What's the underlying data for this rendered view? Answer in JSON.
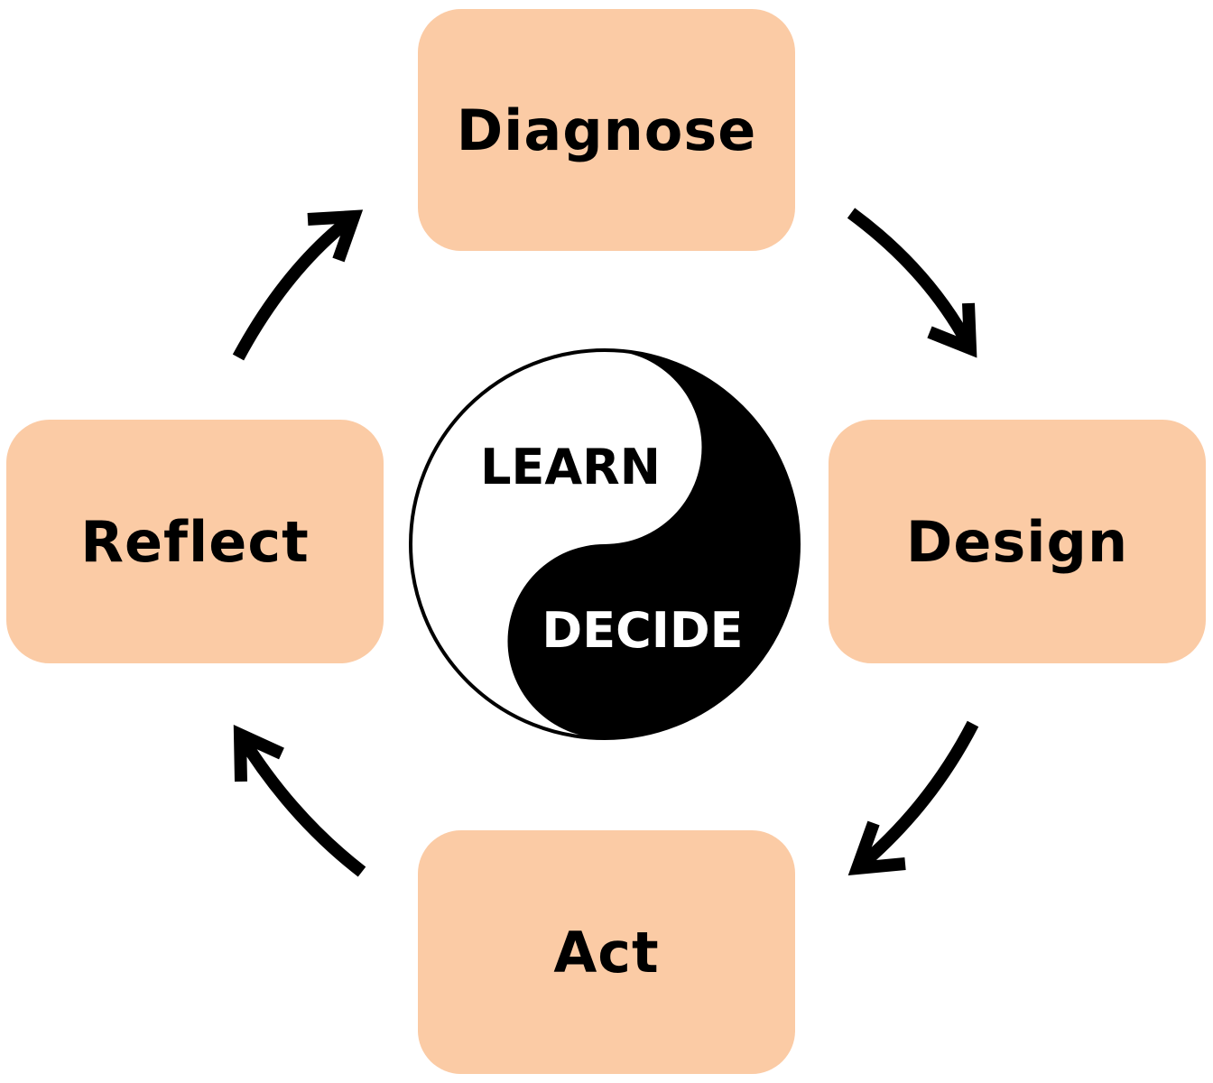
{
  "cycle": {
    "steps": [
      {
        "label": "Diagnose"
      },
      {
        "label": "Design"
      },
      {
        "label": "Act"
      },
      {
        "label": "Reflect"
      }
    ],
    "box_color": "#fbcba5"
  },
  "center": {
    "symbol": "yin-yang",
    "learn_label": "LEARN",
    "decide_label": "DECIDE"
  }
}
